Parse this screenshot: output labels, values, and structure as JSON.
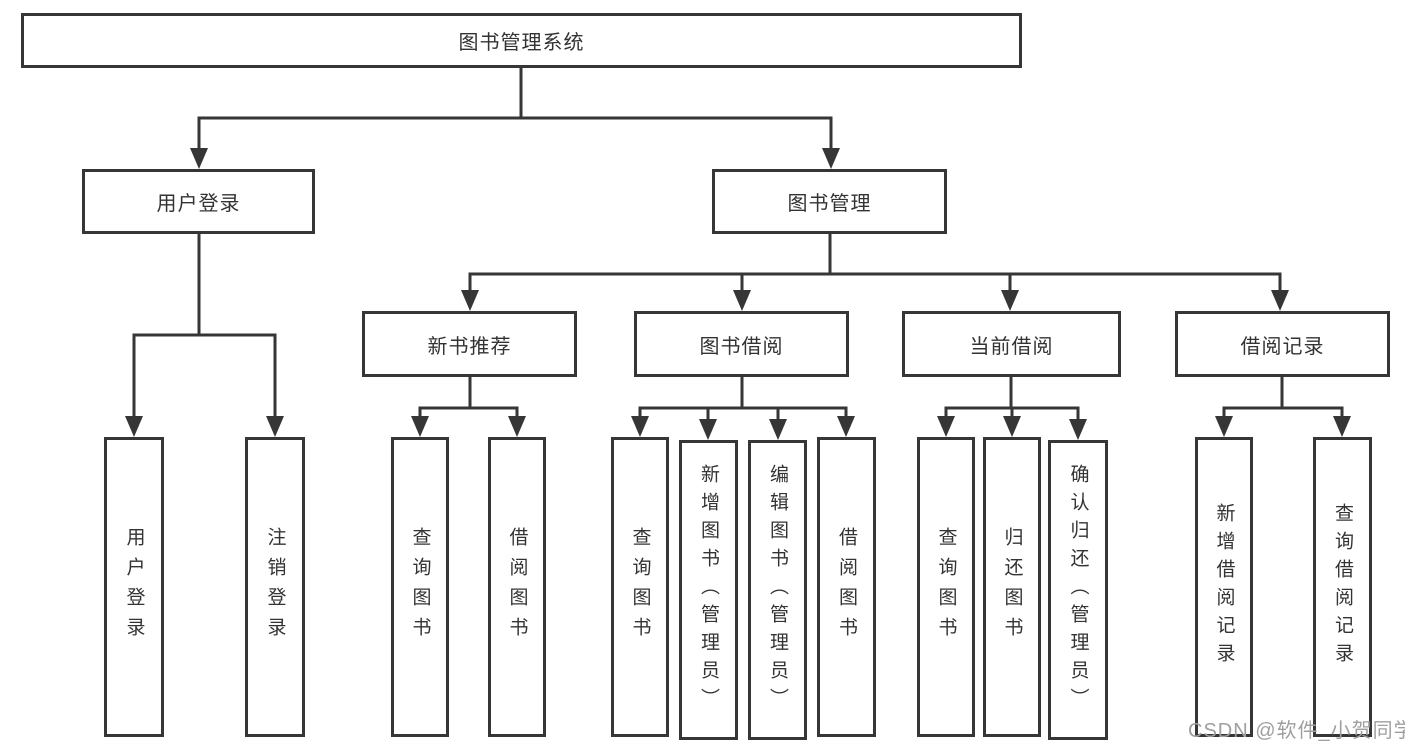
{
  "colors": {
    "line": "#363636",
    "text": "#333333",
    "watermark": "#9f9f9f",
    "background": "#ffffff"
  },
  "diagram": {
    "type": "hierarchy-flowchart",
    "root": {
      "label": "图书管理系统",
      "children": [
        {
          "label": "用户登录",
          "children": [
            {
              "label": "用户登录"
            },
            {
              "label": "注销登录"
            }
          ]
        },
        {
          "label": "图书管理",
          "children": [
            {
              "label": "新书推荐",
              "children": [
                {
                  "label": "查询图书"
                },
                {
                  "label": "借阅图书"
                }
              ]
            },
            {
              "label": "图书借阅",
              "children": [
                {
                  "label": "查询图书"
                },
                {
                  "label": "新增图书（管理员）"
                },
                {
                  "label": "编辑图书（管理员）"
                },
                {
                  "label": "借阅图书"
                }
              ]
            },
            {
              "label": "当前借阅",
              "children": [
                {
                  "label": "查询图书"
                },
                {
                  "label": "归还图书"
                },
                {
                  "label": "确认归还（管理员）"
                }
              ]
            },
            {
              "label": "借阅记录",
              "children": [
                {
                  "label": "新增借阅记录"
                },
                {
                  "label": "查询借阅记录"
                }
              ]
            }
          ]
        }
      ]
    }
  },
  "watermark": {
    "text": "CSDN @软件_小贺同学"
  }
}
